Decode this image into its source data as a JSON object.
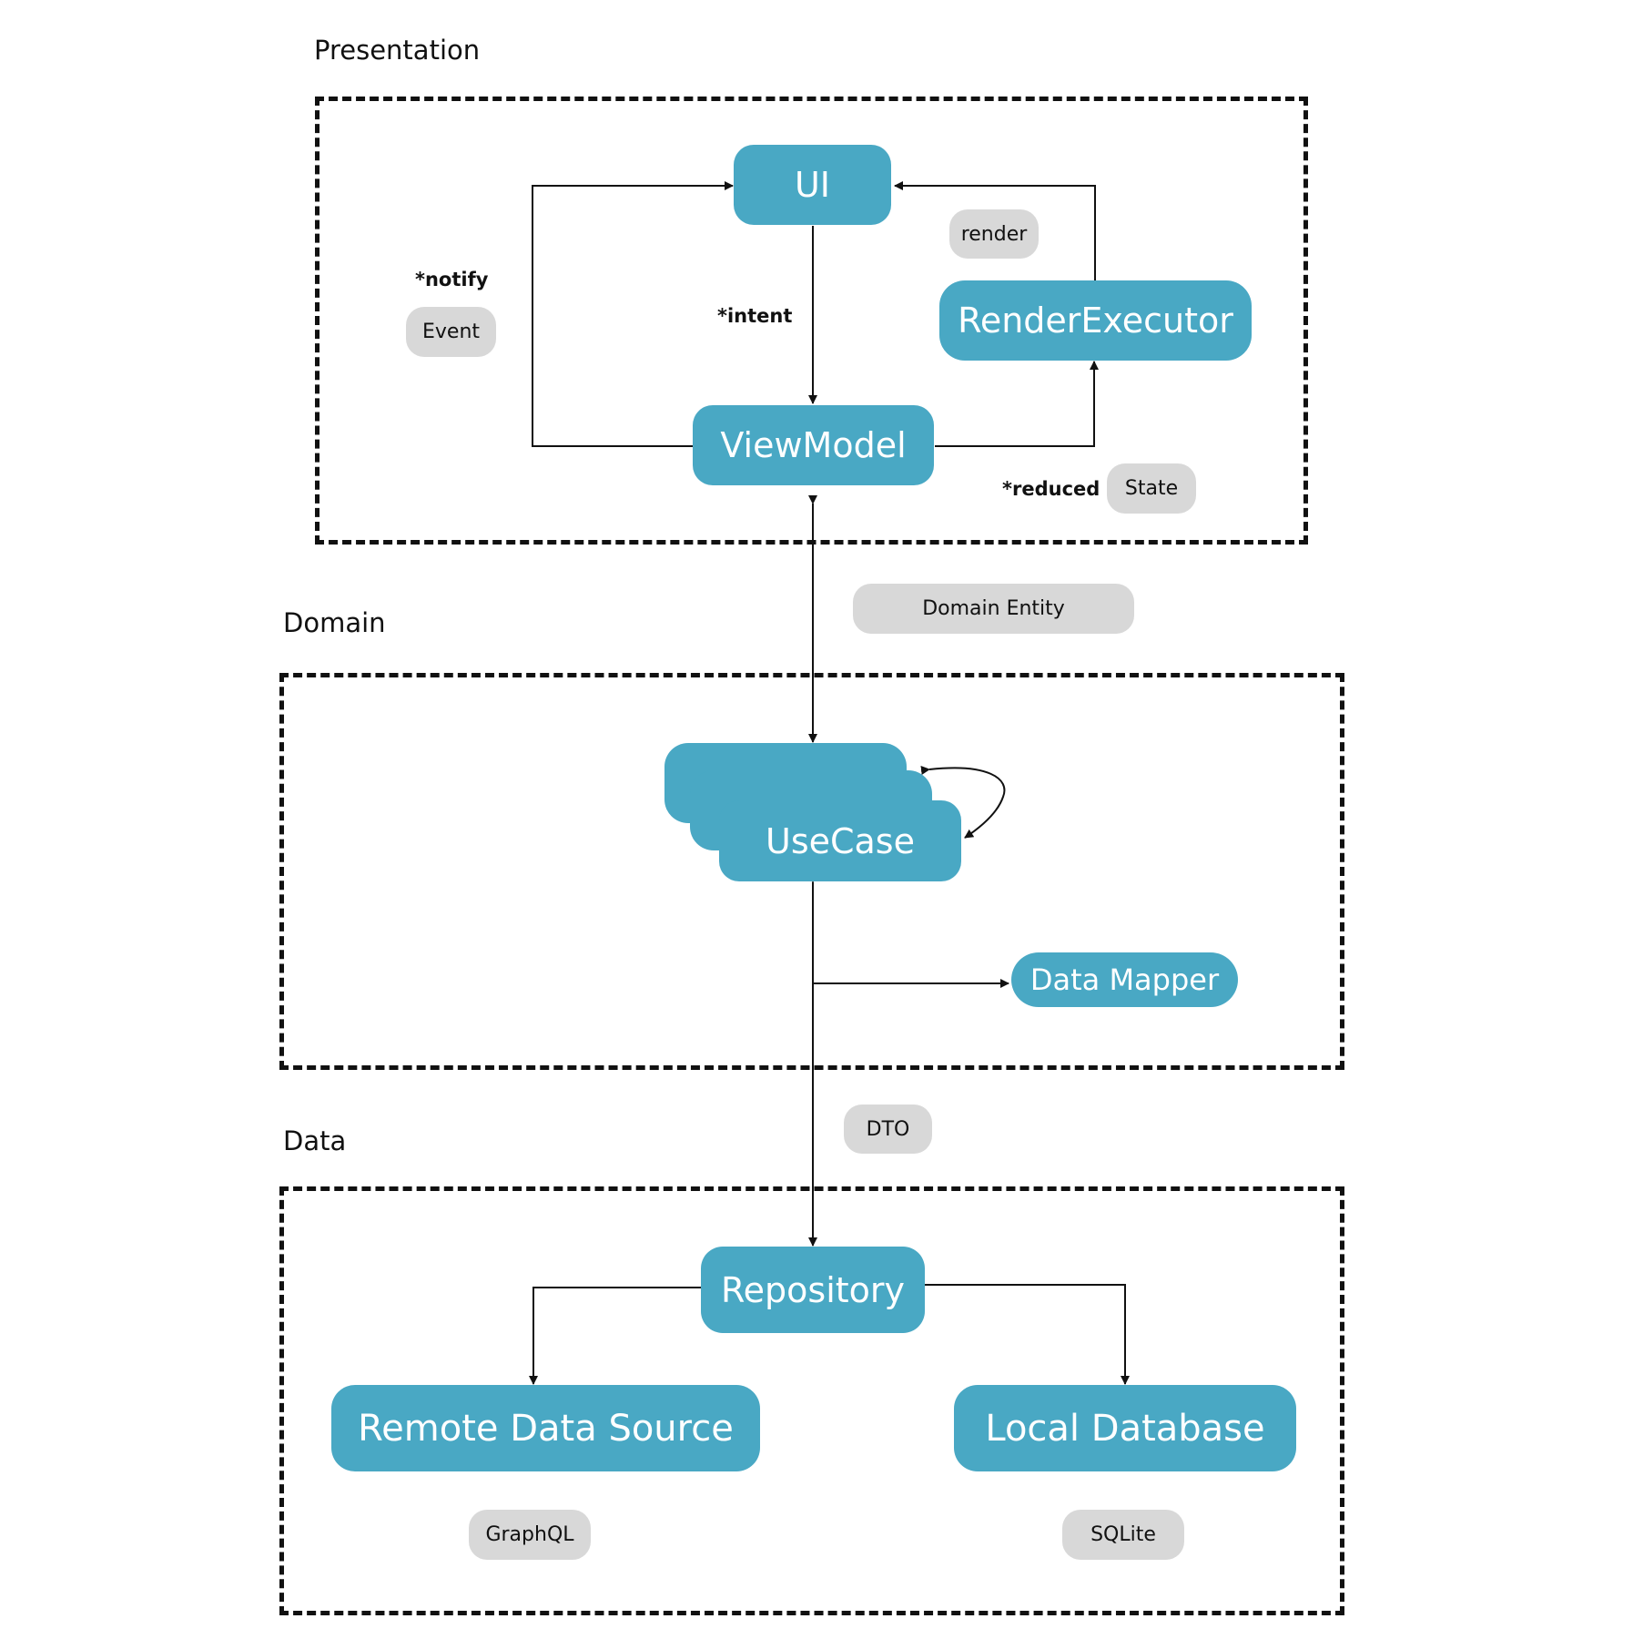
{
  "sections": {
    "presentation": "Presentation",
    "domain": "Domain",
    "data": "Data"
  },
  "nodes": {
    "ui": "UI",
    "viewmodel": "ViewModel",
    "render_executor": "RenderExecutor",
    "usecase": "UseCase",
    "data_mapper": "Data Mapper",
    "repository": "Repository",
    "remote_data_source": "Remote Data Source",
    "local_database": "Local Database"
  },
  "tags": {
    "render": "render",
    "event": "Event",
    "state": "State",
    "domain_entity": "Domain Entity",
    "dto": "DTO",
    "graphql": "GraphQL",
    "sqlite": "SQLite"
  },
  "notes": {
    "notify": "*notify",
    "intent": "*intent",
    "reduced": "*reduced"
  },
  "colors": {
    "node": "#49A8C4",
    "tag": "#D8D8D8",
    "line": "#111111"
  }
}
